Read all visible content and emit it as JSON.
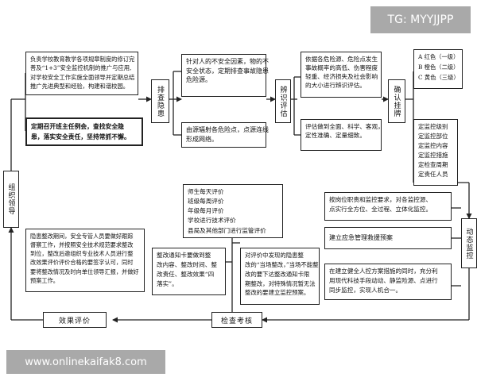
{
  "watermarks": {
    "top_right": "TG: MYYJJPP",
    "bottom_left": "www.onlinekaifak8.com"
  },
  "colors": {
    "watermark_bg": "#a9a9a9",
    "line": "#222222",
    "background": "#ffffff"
  },
  "nodes": {
    "zuzhi": "组织领导",
    "paicha": "排查隐患",
    "bianshi": "辨识评估",
    "queren": "确认挂牌",
    "dongtai": "动态监控",
    "jiancha": "检查考核",
    "xiaoguo": "效果评价"
  },
  "policy": {
    "lines": [
      "负责学校教育教学各项规章制度的修订完",
      "善及“1+3”安全监控机制的推广与应用,",
      "对学校安全工作实施全面领导并定期总结",
      "推广先进典型和经验，构建和谐校园。"
    ]
  },
  "duty": {
    "lines": [
      "定期召开班主任例会，查找安全隐",
      "患，落实安全责任，坚持常抓不懈。"
    ]
  },
  "hazard_a": {
    "lines": [
      "针对人的不安全因素，物的不",
      "安全状态，定期排查事故隐患",
      "危险源。"
    ]
  },
  "hazard_b": {
    "lines": [
      "由源辐射各危险点，点源连线",
      "形成网络。"
    ]
  },
  "identify_a": {
    "lines": [
      "依据各危险源、危险点发生",
      "事故概率的高低、伤害程度",
      "轻重、经济损失及社会影响",
      "的大小进行辨识评估。"
    ]
  },
  "identify_b": {
    "lines": [
      "评估做到全面、科学、客观，",
      "定性准确、定量细致。"
    ]
  },
  "levels": [
    "A 红色（一级）",
    "B 橙色（二级）",
    "C 黄色（三级）"
  ],
  "monitor_items": [
    "定监控级别",
    "定监控部位",
    "定监控内容",
    "定监控措施",
    "定检查周期",
    "定责任人员"
  ],
  "monitor_a": {
    "lines": [
      "按岗位职责和监控要求，对各监控源、",
      "点实行全方位、全过程、立体化监控。"
    ]
  },
  "monitor_b": {
    "lines": [
      "建立应急管理救援预案"
    ]
  },
  "monitor_c": {
    "lines": [
      "在建立健全人控方案措施的同时，充分利",
      "用现代科技手段动动、静监险源、点进行",
      "同步监控，实现人机合一。"
    ]
  },
  "eval_list": [
    "师生每天评价",
    "班级每周评价",
    "年级每月评价",
    "学校进行技术评价",
    "县局及其他部门进行监管评价"
  ],
  "check_a": {
    "lines": [
      "整改通知卡要做到整",
      "改内容、整改时间、整",
      "改责任、整改效果“四",
      "落实”。"
    ]
  },
  "check_b": {
    "lines": [
      "对评价中发现的隐患整",
      "改的“当场整改，”当场不能整",
      "改的要下达整改通知卡限",
      "期整改，对特殊情况暂无法",
      "整改的要建立监控预案。"
    ]
  },
  "effect": {
    "lines": [
      "隐患整改期间，安全专管人员要做好跟踪",
      "督察工作，并按照安全技术规范要求整改",
      "到位，整改后邀组织专业技术人员进行整",
      "改效果评价评价合格的要签字认可，同时",
      "要将整改情况及时向单位领导汇报，并做好",
      "预案工作。"
    ]
  }
}
